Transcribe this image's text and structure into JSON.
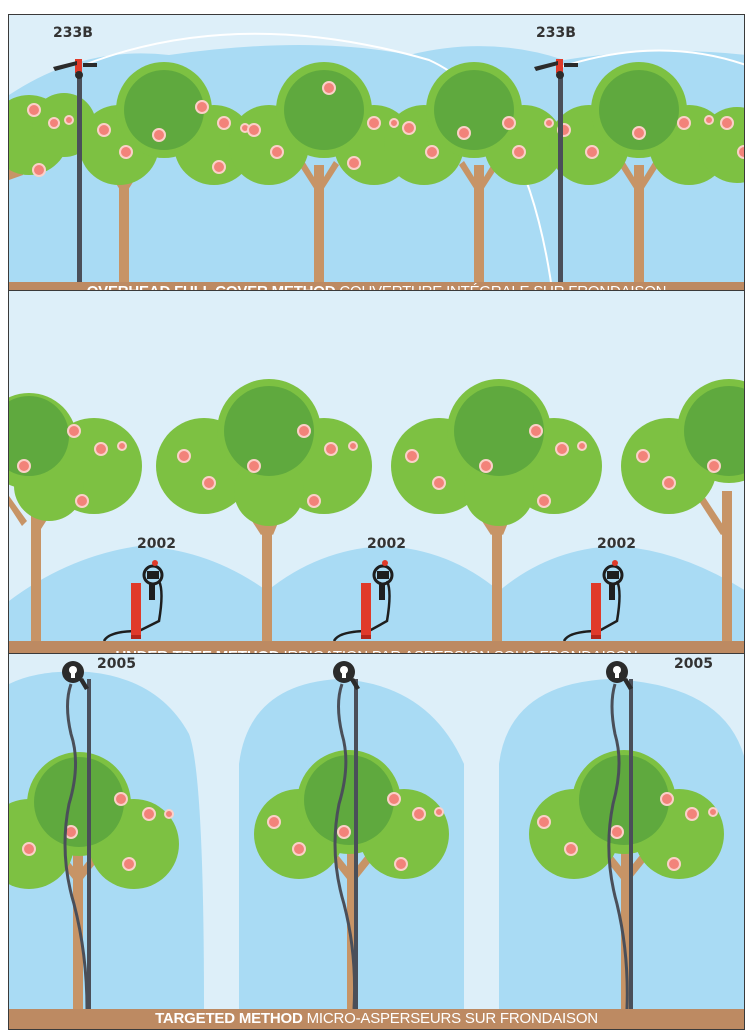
{
  "panels": [
    {
      "model": "233B",
      "method": "OVERHEAD FULL COVER METHOD",
      "description": "COUVERTURE INTÉGRALE SUR FRONDAISON"
    },
    {
      "model": "2002",
      "method": "UNDER-TREE METHOD",
      "description": "IRRIGATION PAR ASPERSION SOUS FRONDAISON"
    },
    {
      "model": "2005",
      "method": "TARGETED METHOD",
      "description": "MICRO-ASPERSEURS SUR FRONDAISON"
    }
  ],
  "colors": {
    "sky": "#ddeff9",
    "spray": "#a9dbf4",
    "foliage_light": "#7dc142",
    "foliage_dark": "#5fa93e",
    "fruit": "#f2837a",
    "trunk": "#c79466",
    "ground": "#bd8a62",
    "pipe": "#4a4f59",
    "sprinkler_red": "#e03a2a"
  },
  "icons": [
    "impact-sprinkler-icon",
    "under-tree-sprinkler-icon",
    "micro-sprinkler-icon"
  ]
}
